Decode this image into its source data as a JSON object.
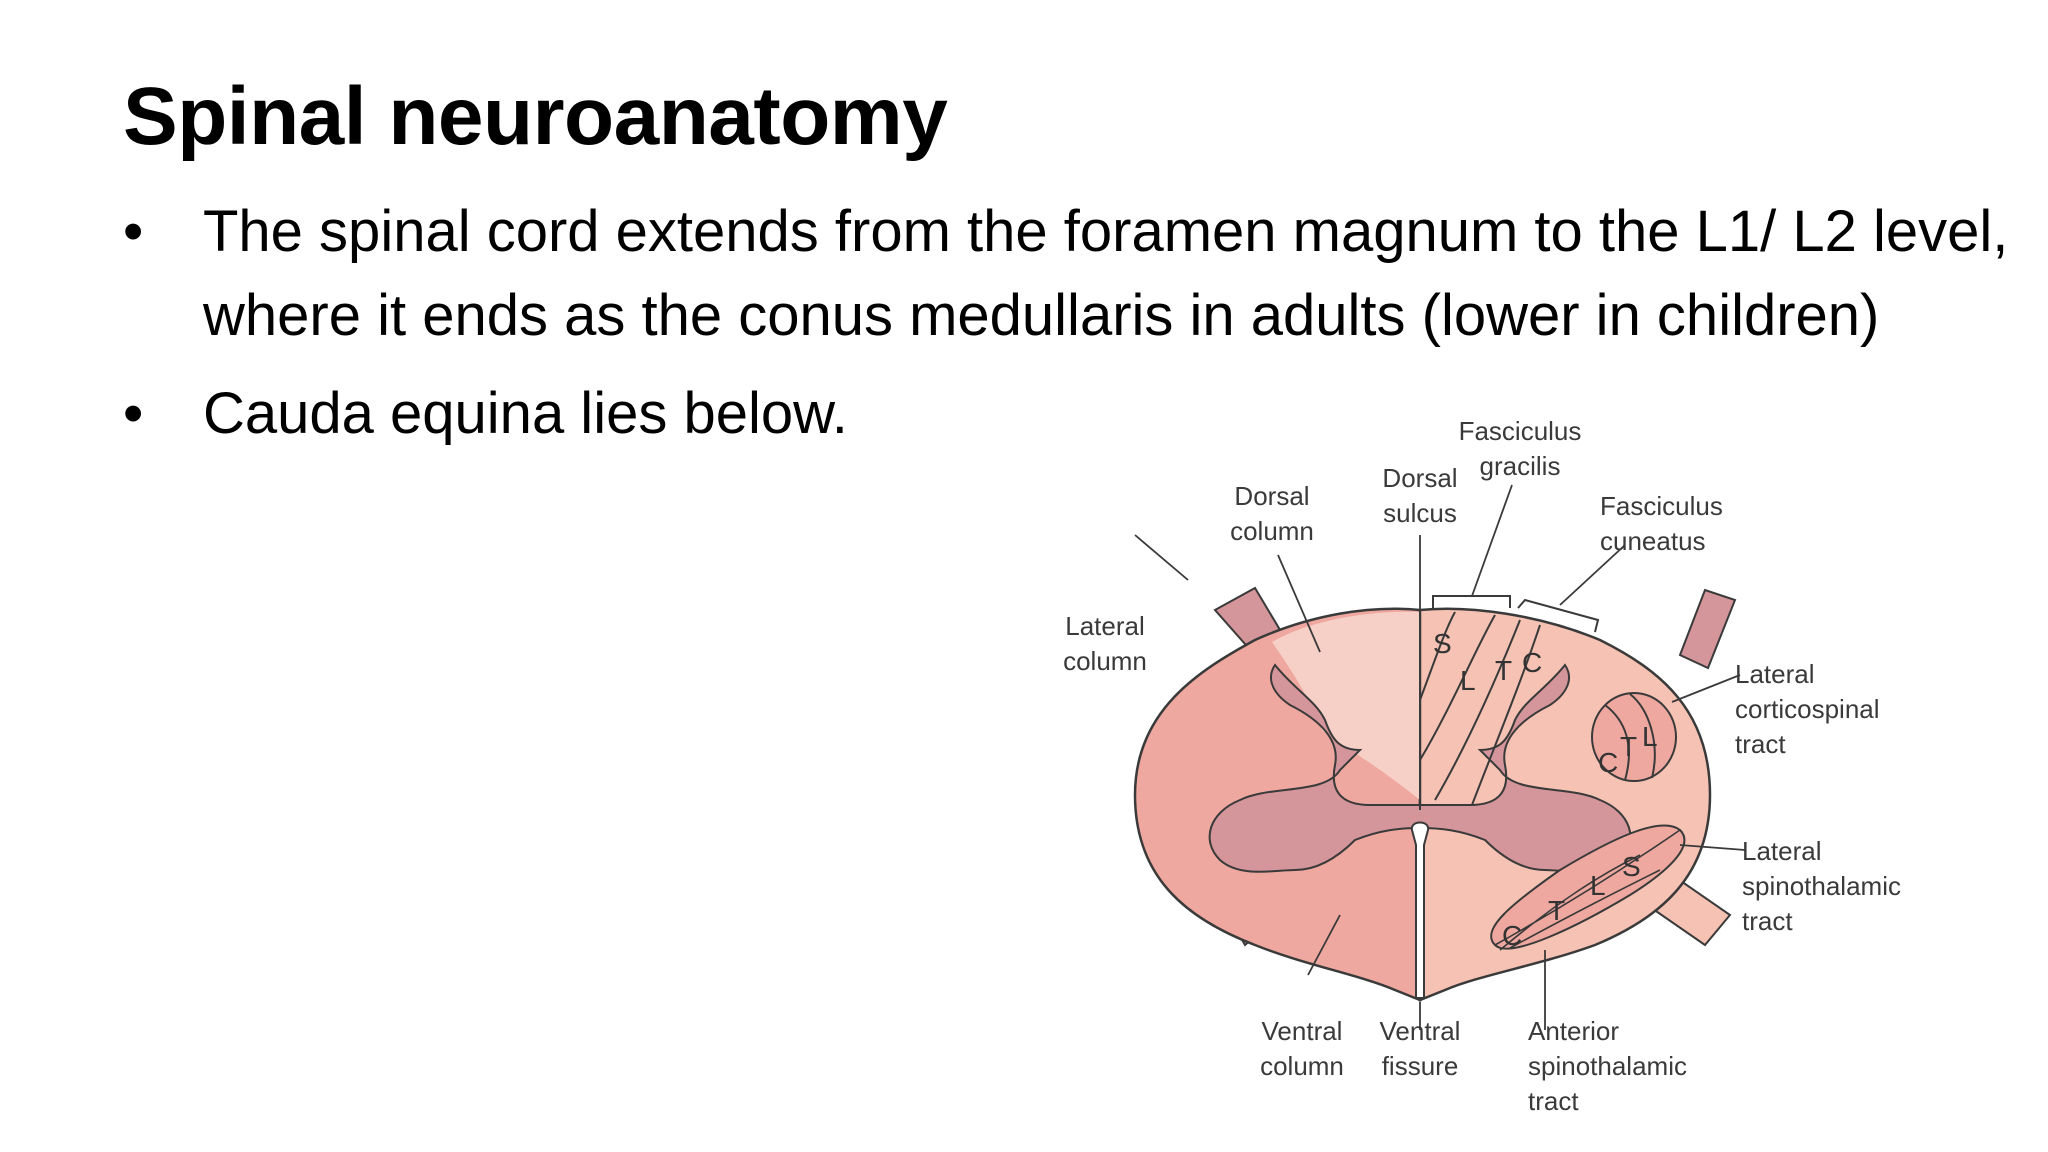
{
  "slide": {
    "title": "Spinal neuroanatomy",
    "bullets": [
      {
        "marker": "•",
        "text": "The spinal cord extends from the foramen magnum to the L1/ L2 level, where it ends as the conus medullaris in adults (lower in children)"
      },
      {
        "marker": "•",
        "text": "Cauda equina lies below."
      }
    ]
  },
  "figure": {
    "labels": {
      "fasciculus_gracilis": [
        "Fasciculus",
        "gracilis"
      ],
      "dorsal_sulcus": [
        "Dorsal",
        "sulcus"
      ],
      "dorsal_column": [
        "Dorsal",
        "column"
      ],
      "fasciculus_cuneatus": [
        "Fasciculus",
        "cuneatus"
      ],
      "lateral_column": [
        "Lateral",
        "column"
      ],
      "lateral_corticospinal": [
        "Lateral",
        "corticospinal",
        "tract"
      ],
      "lateral_spinothalamic": [
        "Lateral",
        "spinothalamic",
        "tract"
      ],
      "ventral_column": [
        "Ventral",
        "column"
      ],
      "ventral_fissure": [
        "Ventral",
        "fissure"
      ],
      "anterior_spinothalamic": [
        "Anterior",
        "spinothalamic",
        "tract"
      ]
    },
    "dorsal_zones": [
      "S",
      "L",
      "T",
      "C"
    ],
    "corticospinal_zones": [
      "C",
      "T",
      "L"
    ],
    "spinothalamic_zones": [
      "C",
      "T",
      "L",
      "S"
    ],
    "colors": {
      "white_matter": "#f3b8ad",
      "white_matter_left": "#efa8a0",
      "gray_matter": "#d4969a",
      "dorsal_column": "#f6cfc6",
      "right_half": "#f5c2b3",
      "outline": "#3a3a3a"
    }
  }
}
